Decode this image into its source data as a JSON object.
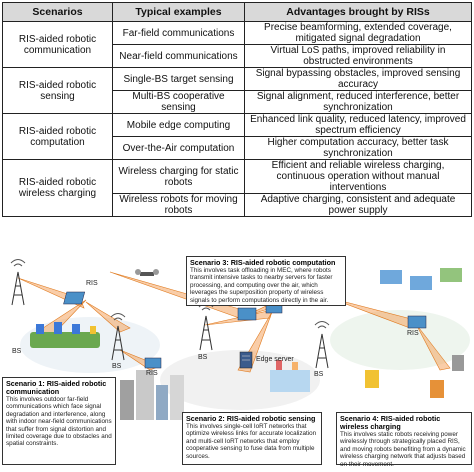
{
  "table": {
    "headers": [
      "Scenarios",
      "Typical examples",
      "Advantages brought by RISs"
    ],
    "groups": [
      {
        "scenario": "RIS-aided robotic communication",
        "rows": [
          {
            "example": "Far-field communications",
            "advantage": "Precise beamforming, extended coverage, mitigated signal degradation"
          },
          {
            "example": "Near-field communications",
            "advantage": "Virtual LoS paths, improved reliability in obstructed environments"
          }
        ]
      },
      {
        "scenario": "RIS-aided robotic sensing",
        "rows": [
          {
            "example": "Single-BS target sensing",
            "advantage": "Signal bypassing obstacles, improved sensing accuracy"
          },
          {
            "example": "Multi-BS cooperative sensing",
            "advantage": "Signal alignment, reduced interference, better synchronization"
          }
        ]
      },
      {
        "scenario": "RIS-aided robotic computation",
        "rows": [
          {
            "example": "Mobile edge computing",
            "advantage": "Enhanced link quality, reduced latency, improved spectrum efficiency"
          },
          {
            "example": "Over-the-Air computation",
            "advantage": "Higher computation accuracy, better task synchronization"
          }
        ]
      },
      {
        "scenario": "RIS-aided robotic wireless charging",
        "rows": [
          {
            "example": "Wireless charging for static robots",
            "advantage": "Efficient and reliable wireless charging, continuous operation without manual interventions"
          },
          {
            "example": "Wireless robots for moving robots",
            "advantage": "Adaptive charging, consistent and adequate power supply"
          }
        ]
      }
    ]
  },
  "scenarios": {
    "s1": {
      "title": "Scenario 1: RIS-aided robotic communication",
      "body": "This involves outdoor far-field communications which face signal degradation and interference, along with indoor near-field communications that suffer from signal distortion and limited coverage due to obstacles and spatial constraints."
    },
    "s2": {
      "title": "Scenario 2: RIS-aided robotic sensing",
      "body": "This involves single-cell IoRT networks that optimize wireless links for accurate localization and multi-cell IoRT networks that employ cooperative sensing to fuse data from multiple sources."
    },
    "s3": {
      "title": "Scenario 3: RIS-aided robotic computation",
      "body": "This involves task offloading in MEC, where robots transmit intensive tasks to nearby servers for faster processing, and computing over the air, which leverages the superposition property of wireless signals to perform computations directly in the air."
    },
    "s4": {
      "title": "Scenario 4: RIS-aided robotic wireless charging",
      "body": "This involves static robots receiving power wirelessly through strategically placed RIS, and moving robots benefiting from a dynamic wireless charging network that adjusts based on their movement."
    }
  },
  "labels": {
    "bs": "BS",
    "ris": "RIS",
    "edge_server": "Edge server"
  },
  "colors": {
    "beam": "#f4a460",
    "beam_stroke": "#e07b20",
    "ris_panel": "#4a90c8",
    "header_bg": "#d9d9d9"
  }
}
